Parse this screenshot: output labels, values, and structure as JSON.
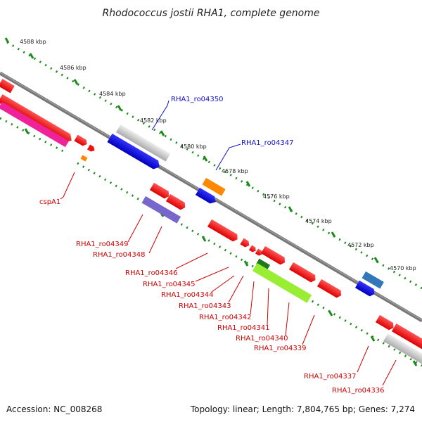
{
  "title": "Rhodococcus jostii RHA1, complete genome",
  "ticks": [
    "4588 kbp",
    "4586 kbp",
    "4584 kbp",
    "4582 kbp",
    "4580 kbp",
    "4578 kbp",
    "4576 kbp",
    "4574 kbp",
    "4572 kbp",
    "4570 kbp"
  ],
  "labels": {
    "g04350": "RHA1_ro04350",
    "g04347": "RHA1_ro04347",
    "cspA1": "cspA1",
    "g04349": "RHA1_ro04349",
    "g04348": "RHA1_ro04348",
    "g04346": "RHA1_ro04346",
    "g04345": "RHA1_ro04345",
    "g04344": "RHA1_ro04344",
    "g04343": "RHA1_ro04343",
    "g04342": "RHA1_ro04342",
    "g04341": "RHA1_ro04341",
    "g04340": "RHA1_ro04340",
    "g04339": "RHA1_ro04339",
    "g04337": "RHA1_ro04337",
    "g04336": "RHA1_ro04336"
  },
  "footer": {
    "accession": "Accession: NC_008268",
    "stats": "Topology: linear; Length: 7,804,765 bp; Genes: 7,274"
  },
  "colors": {
    "red": "#ee1111",
    "magenta": "#ee2299",
    "blue": "#1111dd",
    "grey": "#bbbbbb",
    "orange": "#ff8800",
    "purple": "#7766cc",
    "lime": "#99ee33",
    "steel": "#3377bb",
    "label_red": "#d00000",
    "label_blue": "#1010c8"
  }
}
